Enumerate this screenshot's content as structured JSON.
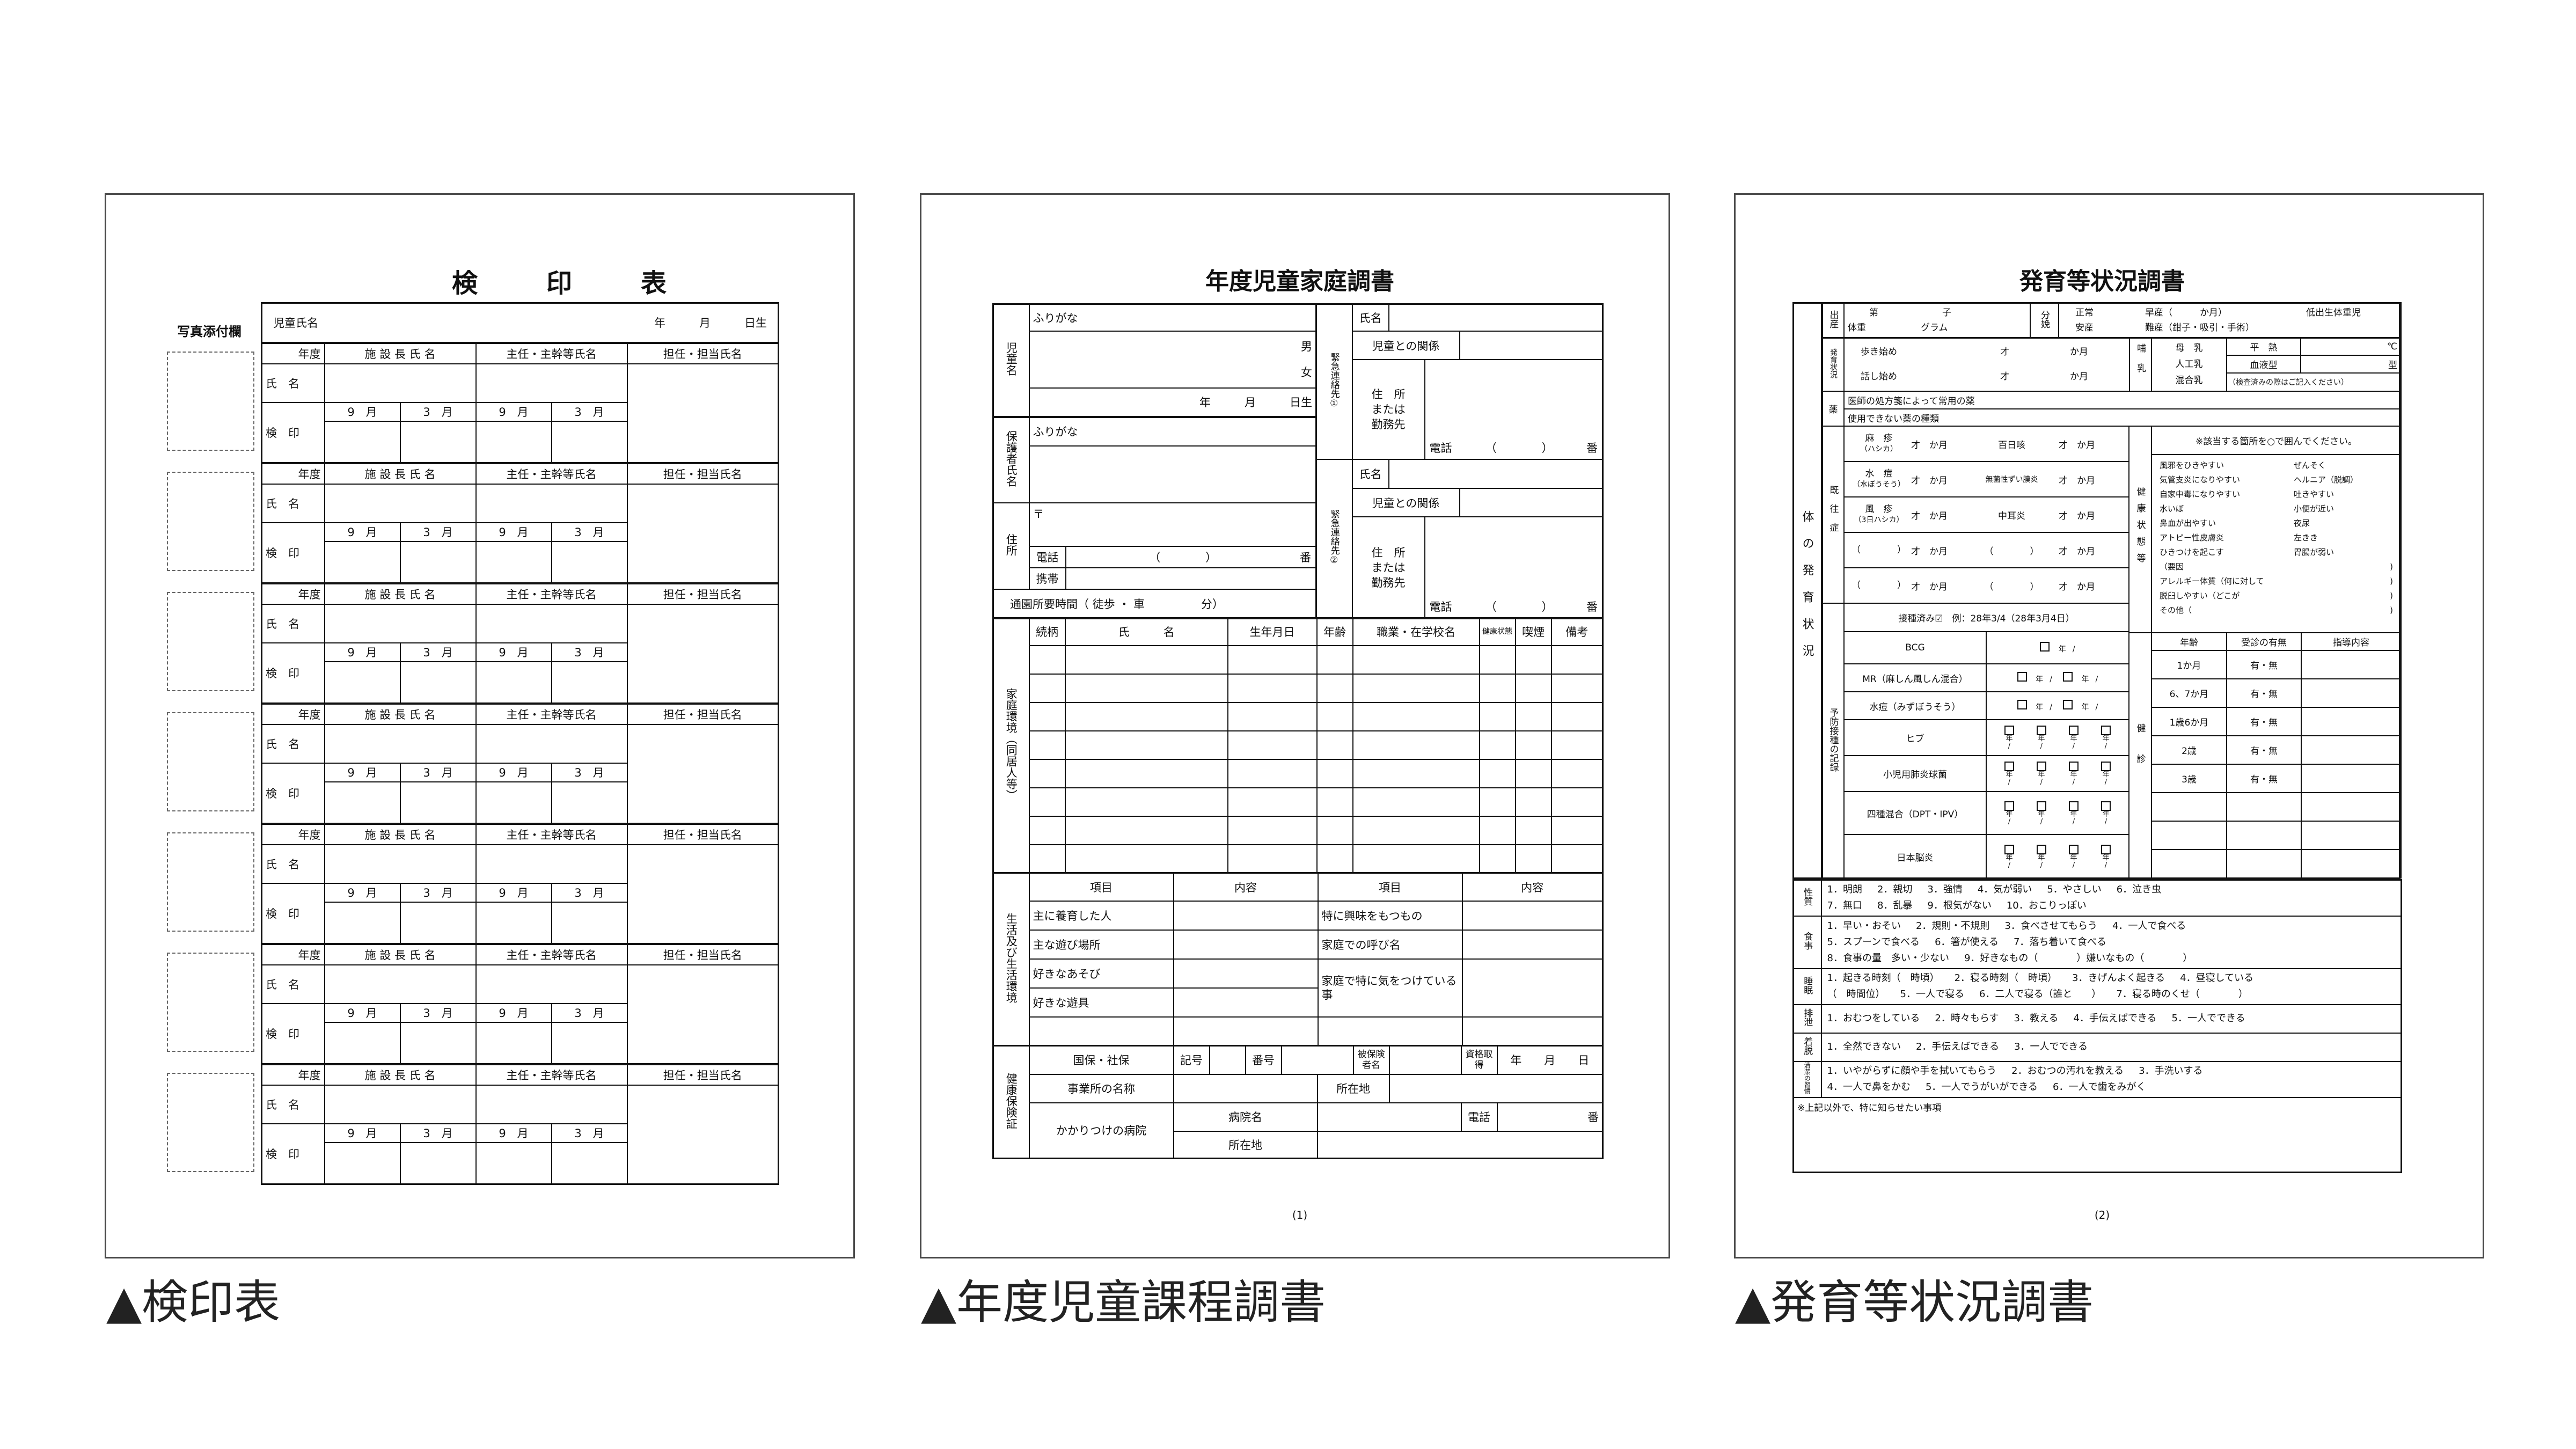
{
  "captions": [
    "▲検印表",
    "▲年度児童課程調書",
    "▲発育等状況調書"
  ],
  "form1": {
    "title": "検　印　表",
    "photo_label": "写真添付欄",
    "child_name_label": "児童氏名",
    "birth_label": "年　　　月　　　日生",
    "headers": {
      "year": "年度",
      "director": "施 設 長 氏 名",
      "chief": "主任・主幹等氏名",
      "teacher": "担任・担当氏名"
    },
    "name_label": "氏　名",
    "stamp_label": "検　印",
    "months": [
      "9　月",
      "3　月",
      "9　月",
      "3　月"
    ],
    "block_count": 7
  },
  "form2": {
    "title": "年度児童家庭調書",
    "child_label": "児童名",
    "furigana": "ふりがな",
    "male": "男",
    "female": "女",
    "birth": "年　　　月　　　日生",
    "guardian_label": "保護者氏名",
    "address_label": "住所",
    "postal": "〒",
    "phone": "電話",
    "mobile": "携帯",
    "paren": "（　　　　）",
    "ban": "番",
    "commute": "通園所要時間（ 徒歩 ・ 車　　　　　分）",
    "emergency1": "緊急連絡先①",
    "emergency2": "緊急連絡先②",
    "em_name": "氏名",
    "em_relation": "児童との関係",
    "em_address": [
      "住　所",
      "または",
      "勤務先"
    ],
    "family_label": "家庭環境（同居人等）",
    "family_headers": [
      "続柄",
      "氏　　　名",
      "生年月日",
      "年齢",
      "職業・在学校名",
      "健康状態",
      "喫煙",
      "備考"
    ],
    "family_rows": 8,
    "life_label": "生活及び生活環境",
    "life_headers": [
      "項目",
      "内容",
      "項目",
      "内容"
    ],
    "life_left": [
      "主に養育した人",
      "主な遊び場所",
      "好きなあそび",
      "好きな遊具"
    ],
    "life_right": [
      "特に興味をもつもの",
      "家庭での呼び名",
      "家庭で特に気をつけている事"
    ],
    "insurance_label": "健康保険証",
    "ins": {
      "type": "国保・社保",
      "symbol": "記号",
      "number": "番号",
      "insured": "被保険者名",
      "acquired": "資格取得",
      "ymd": "年　　月　　日",
      "office": "事業所の名称",
      "location": "所在地",
      "clinic": "かかりつけの病院",
      "hospital": "病院名",
      "phone": "電話",
      "ban": "番",
      "hosp_location": "所在地"
    },
    "page": "(1)"
  },
  "form3": {
    "title": "発育等状況調書",
    "outer_label": "体の発育状況",
    "birth": {
      "label": "出産",
      "order": "第　　　　　　　子",
      "weight": "体重　　　　　　グラム",
      "delivery_label": "分娩",
      "line1": [
        "正常",
        "早産（　　　か月）",
        "低出生体重児"
      ],
      "line2": [
        "安産",
        "難産（鉗子・吸引・手術）"
      ]
    },
    "growth": {
      "label": "発育状況",
      "walk": "歩き始め",
      "talk": "話し始め",
      "age_unit": "才",
      "month_unit": "か月",
      "feeding_label": "哺乳",
      "feeding": [
        "母　乳",
        "人工乳",
        "混合乳"
      ],
      "temp_label": "平　熱",
      "temp_unit": "℃",
      "blood_label": "血液型",
      "blood_unit": "型",
      "note": "（検査済みの際はご記入ください）"
    },
    "medicine": {
      "label": "薬",
      "line1": "医師の処方箋によって常用の薬",
      "line2": "使用できない薬の種類"
    },
    "history": {
      "label": "既往症",
      "unit": "才　か月",
      "rows": [
        {
          "left": "麻　疹",
          "left_sub": "（ハシカ）",
          "right": "百日咳"
        },
        {
          "left": "水　痘",
          "left_sub": "（水ぼうそう）",
          "right": "無菌性ずい膜炎"
        },
        {
          "left": "風　疹",
          "left_sub": "（3日ハシカ）",
          "right": "中耳炎"
        },
        {
          "left": "（　　　　）",
          "left_sub": "",
          "right": "（　　　　）"
        },
        {
          "left": "（　　　　）",
          "left_sub": "",
          "right": "（　　　　）"
        }
      ]
    },
    "vaccination": {
      "label": "予防接種の記録",
      "note": "接種済み☑　例：28年3/4（28年3月4日）",
      "slot_year": "年",
      "slot_slash": "/",
      "items": [
        {
          "name": "BCG",
          "slots": 1
        },
        {
          "name": "MR（麻しん風しん混合）",
          "slots": 2
        },
        {
          "name": "水痘（みずぼうそう）",
          "slots": 2
        },
        {
          "name": "ヒブ",
          "slots": 4
        },
        {
          "name": "小児用肺炎球菌",
          "slots": 4
        },
        {
          "name": "四種混合（DPT・IPV）",
          "slots": 4
        },
        {
          "name": "日本脳炎",
          "slots": 4
        }
      ]
    },
    "health": {
      "label": "健康状態等",
      "instruction": "※該当する箇所を○で囲んでください。",
      "conditions": [
        [
          "風邪をひきやすい",
          "ぜんそく"
        ],
        [
          "気管支炎になりやすい",
          "ヘルニア（脱調）"
        ],
        [
          "自家中毒になりやすい",
          "吐きやすい"
        ],
        [
          "水いぼ",
          "小便が近い"
        ],
        [
          "鼻血が出やすい",
          "夜尿"
        ],
        [
          "アトピー性皮膚炎",
          "左きき"
        ],
        [
          "ひきつけを起こす",
          "胃腸が弱い"
        ]
      ],
      "extras": [
        "（要因",
        "アレルギー体質（何に対して",
        "脱臼しやすい（どこが",
        "その他（"
      ],
      "close": ")"
    },
    "checkup": {
      "label": "健診",
      "headers": [
        "年齢",
        "受診の有無",
        "指導内容"
      ],
      "ages": [
        "1か月",
        "6、7か月",
        "1歳6か月",
        "2歳",
        "3歳",
        "",
        "",
        ""
      ],
      "presence": [
        "有・無",
        "有・無",
        "有・無",
        "有・無",
        "有・無",
        "",
        "",
        ""
      ]
    },
    "habits": [
      {
        "label": "性質",
        "lines": [
          [
            "1．明朗",
            "2．親切",
            "3．強情",
            "4．気が弱い",
            "5．やさしい",
            "6．泣き虫"
          ],
          [
            "7．無口",
            "8．乱暴",
            "9．根気がない",
            "10．おこりっぽい"
          ]
        ]
      },
      {
        "label": "食事",
        "lines": [
          [
            "1．早い・おそい",
            "2．規則・不規則",
            "3．食べさせてもらう",
            "4．一人で食べる"
          ],
          [
            "5．スプーンで食べる",
            "6．箸が使える",
            "7．落ち着いて食べる"
          ],
          [
            "8．食事の量　多い・少ない",
            "9．好きなもの（　　　　）嫌いなもの（　　　　）"
          ]
        ]
      },
      {
        "label": "睡眠",
        "lines": [
          [
            "1．起きる時刻（　時頃）",
            "2．寝る時刻（　時頃）",
            "3．きげんよく起きる",
            "4．昼寝している"
          ],
          [
            "（　時間位）",
            "5．一人で寝る",
            "6．二人で寝る（誰と　　）",
            "7．寝る時のくせ（　　　　）"
          ]
        ]
      },
      {
        "label": "排泄",
        "lines": [
          [
            "1．おむつをしている",
            "2．時々もらす",
            "3．教える",
            "4．手伝えばできる",
            "5．一人でできる"
          ]
        ]
      },
      {
        "label": "着脱",
        "lines": [
          [
            "1．全然できない",
            "2．手伝えばできる",
            "3．一人でできる"
          ]
        ]
      },
      {
        "label": "清潔の習慣",
        "lines": [
          [
            "1．いやがらずに顔や手を拭いてもらう",
            "2．おむつの汚れを教える",
            "3．手洗いする"
          ],
          [
            "4．一人で鼻をかむ",
            "5．一人でうがいができる",
            "6．一人で歯をみがく"
          ]
        ]
      }
    ],
    "remarks": "※上記以外で、特に知らせたい事項",
    "page": "(2)"
  }
}
